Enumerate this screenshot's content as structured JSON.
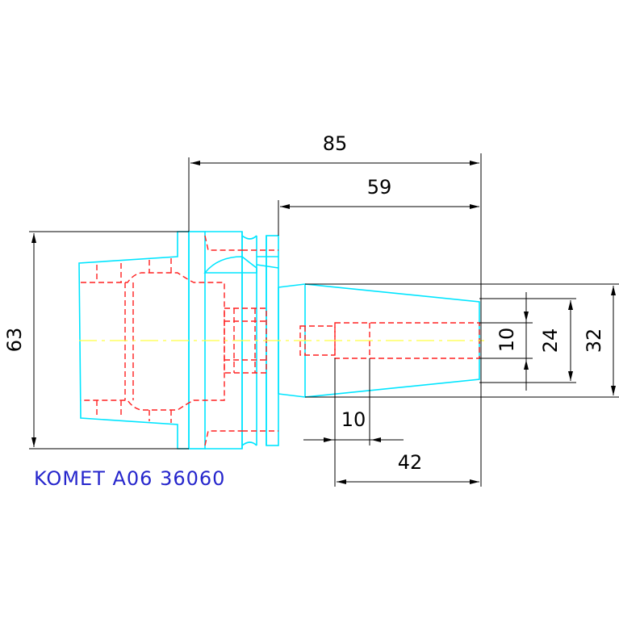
{
  "drawing": {
    "caption": "KOMET A06 36060",
    "colors": {
      "outline": "#00e5ff",
      "hidden": "#ff2020",
      "centerline": "#ffff40",
      "dimension": "#000000",
      "caption": "#2626cc",
      "background": "#ffffff"
    }
  },
  "dimensions": {
    "d85": "85",
    "d59": "59",
    "d63": "63",
    "d10_height": "10",
    "d24": "24",
    "d32": "32",
    "d10_width": "10",
    "d42": "42"
  }
}
